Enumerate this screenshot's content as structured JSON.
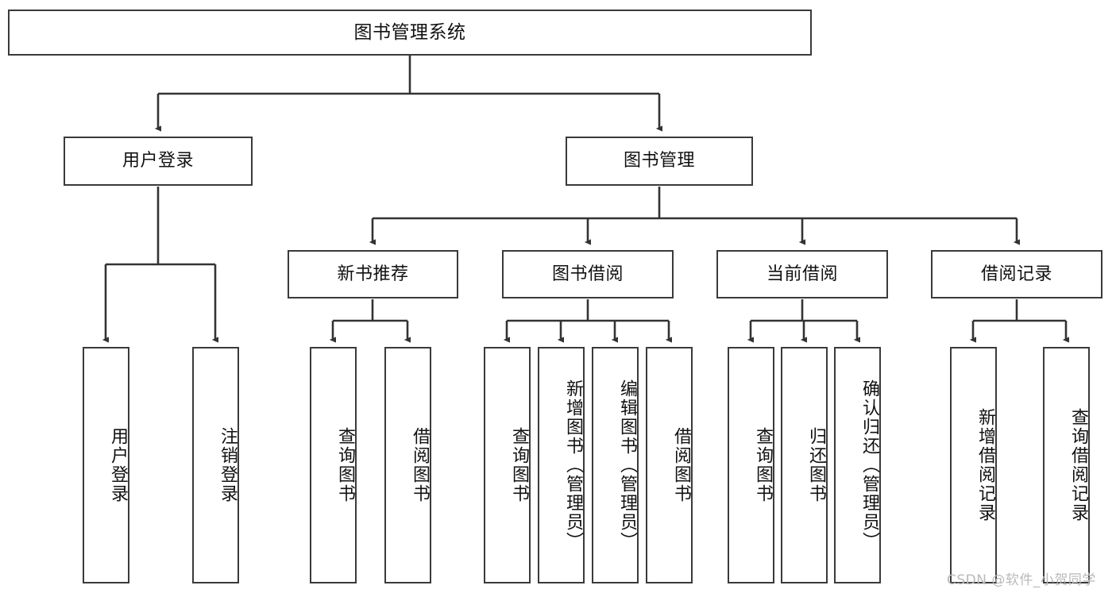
{
  "diagram": {
    "type": "tree",
    "title": "图书管理系统",
    "style": {
      "box_border_color": "#3a3a3a",
      "box_fill_color": "#ffffff",
      "edge_color": "#333333",
      "text_color": "#111111",
      "canvas_background": "#ffffff"
    },
    "nodes": {
      "root": {
        "label": "图书管理系统",
        "level": 0,
        "orientation": "horizontal"
      },
      "user_login": {
        "label": "用户登录",
        "level": 1,
        "orientation": "horizontal"
      },
      "book_manage": {
        "label": "图书管理",
        "level": 1,
        "orientation": "horizontal"
      },
      "new_book_rec": {
        "label": "新书推荐",
        "level": 2,
        "orientation": "horizontal"
      },
      "book_borrow": {
        "label": "图书借阅",
        "level": 2,
        "orientation": "horizontal"
      },
      "current_borrow": {
        "label": "当前借阅",
        "level": 2,
        "orientation": "horizontal"
      },
      "borrow_record": {
        "label": "借阅记录",
        "level": 2,
        "orientation": "horizontal"
      },
      "leaf_user_login": {
        "label": "用户登录",
        "level": 2,
        "orientation": "vertical"
      },
      "leaf_logout": {
        "label": "注销登录",
        "level": 2,
        "orientation": "vertical"
      },
      "leaf_query_book_1": {
        "label": "查询图书",
        "level": 3,
        "orientation": "vertical"
      },
      "leaf_borrow_book_1": {
        "label": "借阅图书",
        "level": 3,
        "orientation": "vertical"
      },
      "leaf_query_book_2": {
        "label": "查询图书",
        "level": 3,
        "orientation": "vertical"
      },
      "leaf_add_book": {
        "label": "新增图书（管理员）",
        "level": 3,
        "orientation": "vertical"
      },
      "leaf_edit_book": {
        "label": "编辑图书（管理员）",
        "level": 3,
        "orientation": "vertical"
      },
      "leaf_borrow_book_2": {
        "label": "借阅图书",
        "level": 3,
        "orientation": "vertical"
      },
      "leaf_query_book_3": {
        "label": "查询图书",
        "level": 3,
        "orientation": "vertical"
      },
      "leaf_return_book": {
        "label": "归还图书",
        "level": 3,
        "orientation": "vertical"
      },
      "leaf_confirm_return": {
        "label": "确认归还（管理员）",
        "level": 3,
        "orientation": "vertical"
      },
      "leaf_add_record": {
        "label": "新增借阅记录",
        "level": 3,
        "orientation": "vertical"
      },
      "leaf_query_record": {
        "label": "查询借阅记录",
        "level": 3,
        "orientation": "vertical"
      }
    },
    "edges": [
      {
        "from": "root",
        "to": "user_login"
      },
      {
        "from": "root",
        "to": "book_manage"
      },
      {
        "from": "user_login",
        "to": "leaf_user_login"
      },
      {
        "from": "user_login",
        "to": "leaf_logout"
      },
      {
        "from": "book_manage",
        "to": "new_book_rec"
      },
      {
        "from": "book_manage",
        "to": "book_borrow"
      },
      {
        "from": "book_manage",
        "to": "current_borrow"
      },
      {
        "from": "book_manage",
        "to": "borrow_record"
      },
      {
        "from": "new_book_rec",
        "to": "leaf_query_book_1"
      },
      {
        "from": "new_book_rec",
        "to": "leaf_borrow_book_1"
      },
      {
        "from": "book_borrow",
        "to": "leaf_query_book_2"
      },
      {
        "from": "book_borrow",
        "to": "leaf_add_book"
      },
      {
        "from": "book_borrow",
        "to": "leaf_edit_book"
      },
      {
        "from": "book_borrow",
        "to": "leaf_borrow_book_2"
      },
      {
        "from": "current_borrow",
        "to": "leaf_query_book_3"
      },
      {
        "from": "current_borrow",
        "to": "leaf_return_book"
      },
      {
        "from": "current_borrow",
        "to": "leaf_confirm_return"
      },
      {
        "from": "borrow_record",
        "to": "leaf_add_record"
      },
      {
        "from": "borrow_record",
        "to": "leaf_query_record"
      }
    ]
  },
  "watermark": {
    "text": "CSDN @软件_小贺同学"
  }
}
